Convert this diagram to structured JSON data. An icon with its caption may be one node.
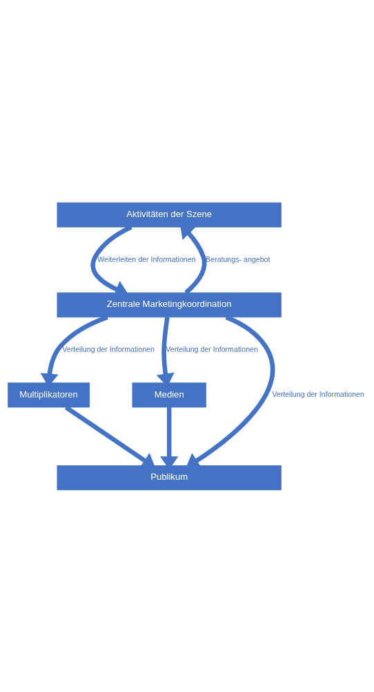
{
  "diagram": {
    "nodes": [
      {
        "text": [
          "Aktivitäten der Szene"
        ]
      },
      {
        "text": [
          "Zentrale Marketingkoordination"
        ]
      },
      {
        "text": [
          "Multiplikatoren"
        ]
      },
      {
        "text": [
          "Medien"
        ]
      },
      {
        "text": [
          "Publikum"
        ]
      }
    ],
    "edges": [
      {
        "from": 0,
        "to": 1,
        "arrow": "to",
        "label": "Weiterleiten der Informationen"
      },
      {
        "from": 1,
        "to": 0,
        "arrow": "to",
        "label": "Beratungs- angebot"
      },
      {
        "from": 1,
        "to": 2,
        "arrow": "to",
        "label": "Verteilung der Informationen"
      },
      {
        "from": 1,
        "to": 3,
        "arrow": "to",
        "label": "Verteilung der Informationen"
      },
      {
        "from": 1,
        "to": 4,
        "arrow": "to",
        "label": "Verteilung der Informationen"
      },
      {
        "from": 2,
        "to": 4,
        "arrow": "to"
      },
      {
        "from": 3,
        "to": 4,
        "arrow": "to"
      }
    ]
  }
}
